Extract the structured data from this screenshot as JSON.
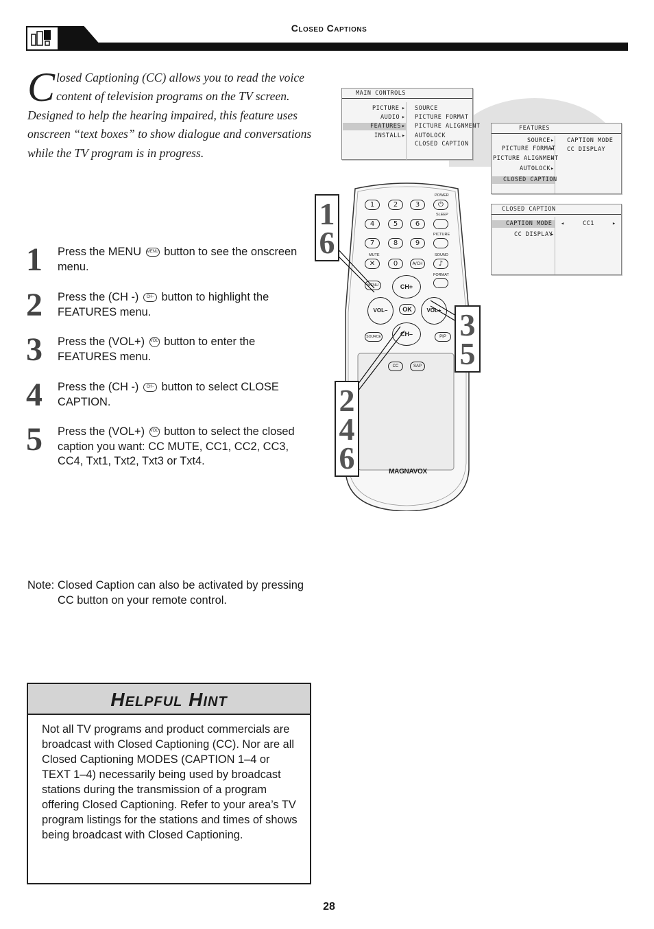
{
  "header": {
    "title": "Closed Captions",
    "icon": "feature-icon"
  },
  "intro": {
    "dropcap": "C",
    "text": "losed Captioning (CC) allows you to read the voice content of television programs on the TV screen. Designed to help the hearing impaired, this feature uses onscreen “text boxes” to show dialogue and conversations while the TV program is in progress."
  },
  "steps": [
    {
      "num": "1",
      "pre": "Press the MENU",
      "icon": "MENU",
      "post": "button to see the onscreen menu."
    },
    {
      "num": "2",
      "pre": "Press the (CH -)",
      "icon": "CH-",
      "post": "button to highlight the FEATURES menu."
    },
    {
      "num": "3",
      "pre": "Press the (VOL+)",
      "icon": "VOL+",
      "post": "button to enter the FEATURES menu."
    },
    {
      "num": "4",
      "pre": "Press the (CH -)",
      "icon": "CH-",
      "post": "button to select CLOSE CAPTION."
    },
    {
      "num": "5",
      "pre": "Press the (VOL+)",
      "icon": "VOL+",
      "post": "button to select the closed caption you want: CC MUTE, CC1, CC2, CC3, CC4, Txt1, Txt2, Txt3 or Txt4."
    }
  ],
  "note": {
    "label": "Note:",
    "text": "Closed Caption can also be activated by pressing CC button on your remote control."
  },
  "hint": {
    "title": "Helpful Hint",
    "text": "Not all TV programs and product commercials are broadcast with Closed Captioning (CC). Nor are all Closed Captioning MODES (CAPTION 1–4 or TEXT 1–4) necessarily being used by broadcast stations during the transmission of a program offering Closed Captioning. Refer to your area’s TV program listings for the stations and times of shows being broadcast with Closed Captioning."
  },
  "page_number": "28",
  "osd_main": {
    "title": "MAIN CONTROLS",
    "left": [
      "PICTURE",
      "AUDIO",
      "FEATURES",
      "INSTALL"
    ],
    "right": [
      "SOURCE",
      "PICTURE FORMAT",
      "PICTURE ALIGNMENT",
      "AUTOLOCK",
      "CLOSED CAPTION"
    ]
  },
  "osd_features": {
    "title": "FEATURES",
    "left": [
      "SOURCE",
      "PICTURE FORMAT",
      "PICTURE ALIGNMENT",
      "AUTOLOCK",
      "CLOSED CAPTION"
    ],
    "right": [
      "CAPTION MODE",
      "CC DISPLAY"
    ]
  },
  "osd_cc": {
    "title": "CLOSED CAPTION",
    "left": [
      "CAPTION MODE",
      "CC DISPLAY"
    ],
    "value": "CC1"
  },
  "remote": {
    "brand": "MAGNAVOX",
    "labels": {
      "power": "POWER",
      "sleep": "SLEEP",
      "picture": "PICTURE",
      "mute": "MUTE",
      "sound": "SOUND",
      "format": "FORMAT",
      "menu": "MENU",
      "ch_up": "CH+",
      "ch_down": "CH–",
      "vol_down": "VOL–",
      "vol_up": "VOL+",
      "ok": "OK",
      "source": "SOURCE",
      "pip": "PIP",
      "cc": "CC",
      "sap": "SAP",
      "ach": "A/CH"
    },
    "digits": [
      "1",
      "2",
      "3",
      "4",
      "5",
      "6",
      "7",
      "8",
      "9",
      "0"
    ]
  },
  "callouts": {
    "a": [
      "1",
      "6"
    ],
    "b": [
      "3",
      "5"
    ],
    "c": [
      "2",
      "4",
      "6"
    ]
  }
}
